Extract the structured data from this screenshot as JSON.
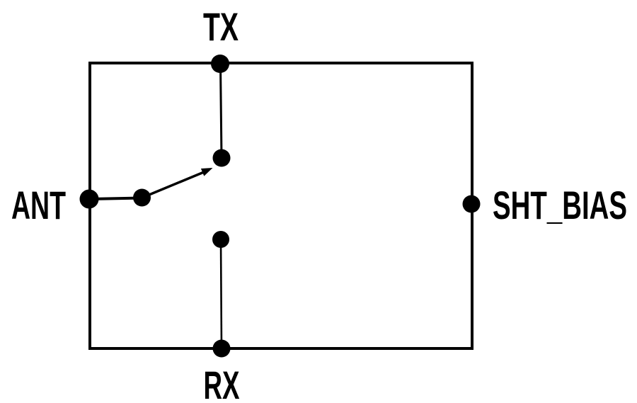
{
  "diagram": {
    "labels": {
      "tx": "TX",
      "ant": "ANT",
      "rx": "RX",
      "sht_bias": "SHT_BIAS"
    },
    "colors": {
      "line": "#000000",
      "background": "#ffffff"
    }
  }
}
